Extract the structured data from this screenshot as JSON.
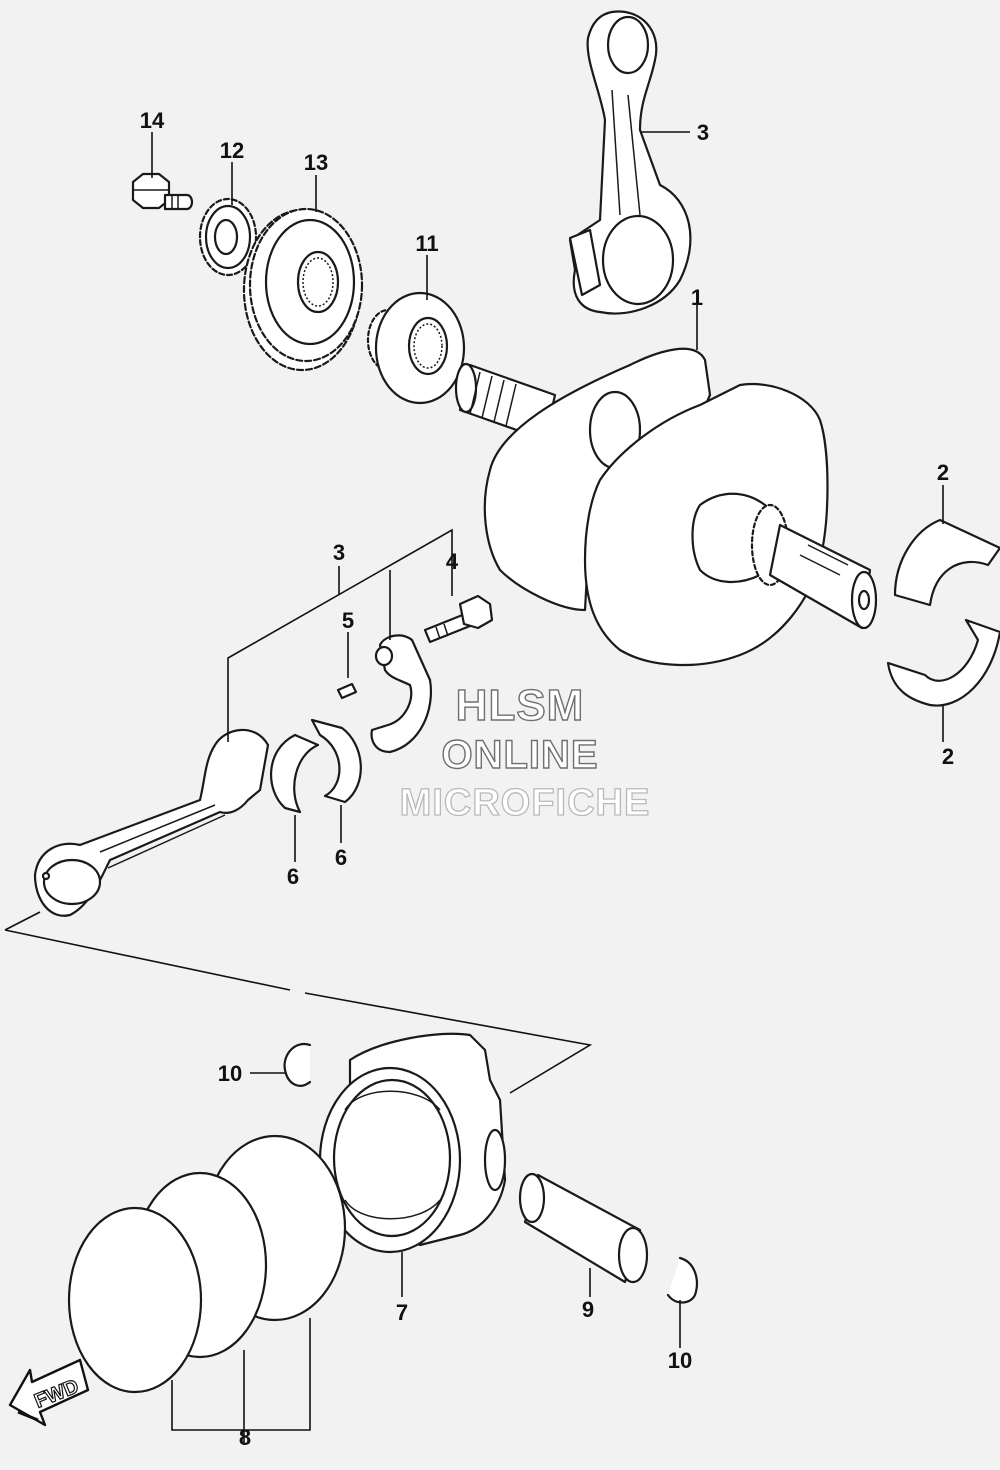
{
  "diagram": {
    "callouts": {
      "crankshaft": "1",
      "bearing_upper": "2",
      "bearing_lower": "2",
      "conrod_top": "3",
      "conrod_group": "3",
      "conrod_bolt": "4",
      "pin": "5",
      "conrod_bearing_a": "6",
      "conrod_bearing_b": "6",
      "piston": "7",
      "piston_rings": "8",
      "piston_pin": "9",
      "circlip_left": "10",
      "circlip_right": "10",
      "washer": "11",
      "small_gear": "12",
      "large_gear": "13",
      "bolt": "14"
    },
    "watermark": {
      "line1": "HLSM",
      "line2": "ONLINE",
      "line3": "MICROFICHE"
    },
    "fwd_label": "FWD"
  }
}
